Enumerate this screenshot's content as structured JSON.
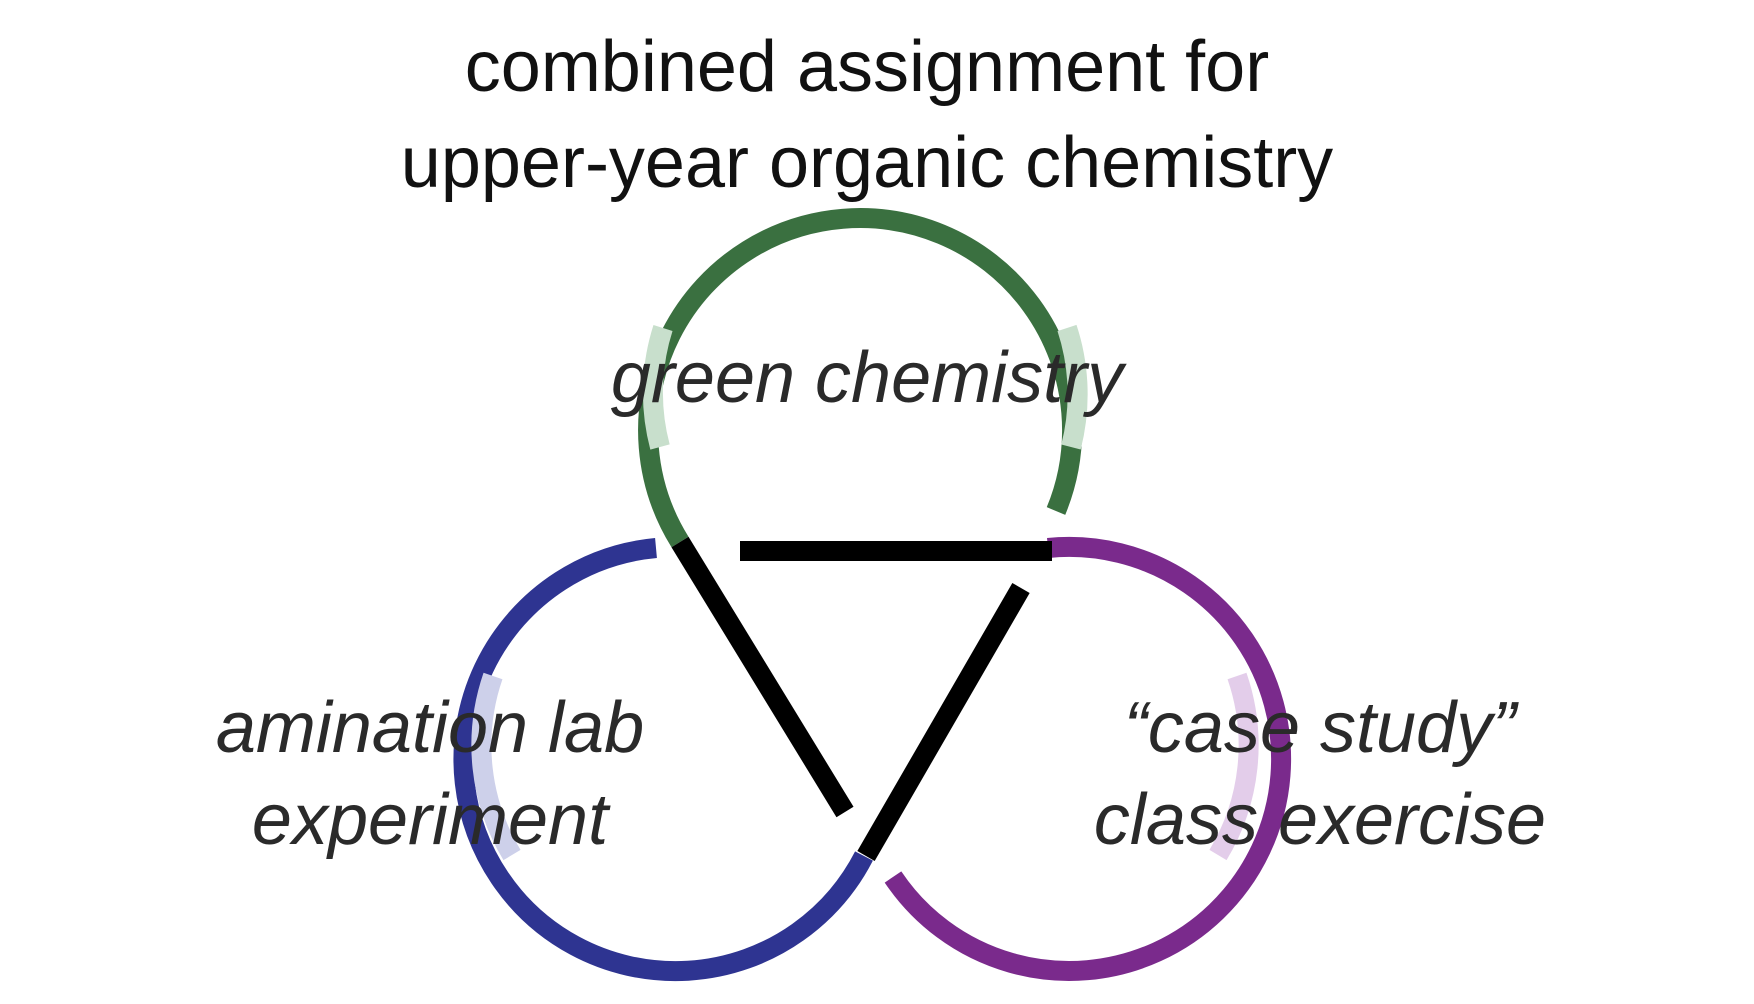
{
  "title": {
    "line1": "combined assignment for",
    "line2": "upper-year organic chemistry"
  },
  "loops": {
    "top": {
      "label": "green chemistry",
      "color": "#3a7040",
      "faded_color": "#c8dfcc"
    },
    "left": {
      "label_line1": "amination lab",
      "label_line2": "experiment",
      "color": "#2e3491",
      "faded_color": "#cdd0ea"
    },
    "right": {
      "label_line1": "“case study”",
      "label_line2": "class exercise",
      "color": "#7a2a8c",
      "faded_color": "#e3cdea"
    },
    "center_color": "#000000"
  }
}
